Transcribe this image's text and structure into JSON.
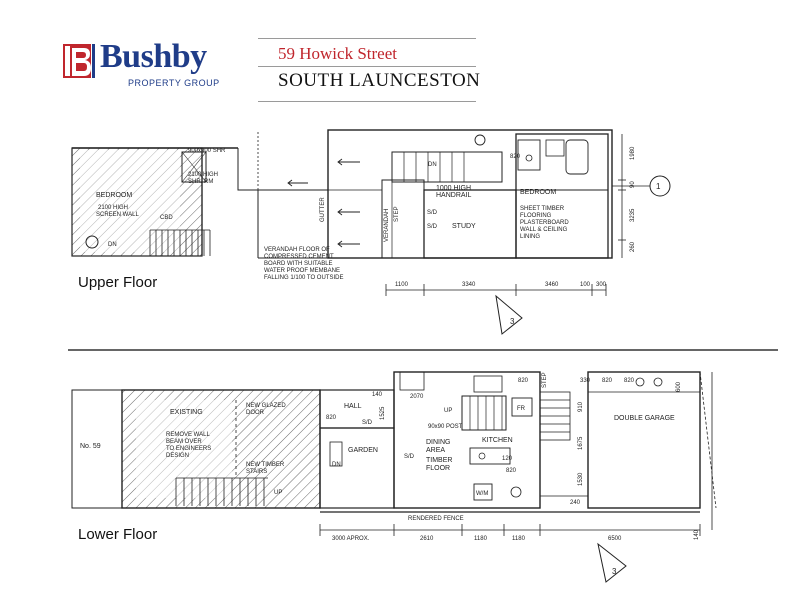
{
  "brand": {
    "name": "Bushby",
    "subtitle": "PROPERTY GROUP",
    "accent_red": "#c0262d",
    "accent_blue": "#1f3c88"
  },
  "property": {
    "street": "59 Howick Street",
    "suburb": "SOUTH LAUNCESTON"
  },
  "upper_floor": {
    "label": "Upper Floor",
    "notes": {
      "shr_size": "900x900 SHR",
      "shr_height": "2100 HIGH",
      "shr_rm": "SHR. RM",
      "bedroom_left": "BEDROOM",
      "screen_wall_1": "2100 HIGH",
      "screen_wall_2": "SCREEN WALL",
      "cbd": "CBD",
      "dn": "DN",
      "bedroom_right": "BEDROOM",
      "handrail_1": "1000 HIGH",
      "handrail_2": "HANDRAIL",
      "study": "STUDY",
      "sd1": "S/D",
      "sd2": "S/D",
      "verandah": "VERANDAH",
      "step": "STEP",
      "gutter": "GUTTER",
      "dn_stair": "DN",
      "dim_820": "820",
      "timber_1": "SHEET TIMBER",
      "timber_2": "FLOORING",
      "timber_3": "PLASTERBOARD",
      "timber_4": "WALL & CEILING",
      "timber_5": "LINING",
      "verandah_note_1": "VERANDAH FLOOR OF",
      "verandah_note_2": "COMPRESSED CEMENT",
      "verandah_note_3": "BOARD WITH SUITABLE",
      "verandah_note_4": "WATER PROOF MEMBANE",
      "verandah_note_5": "FALLING 1/100 TO OUTSIDE",
      "section_marker": "1",
      "north_marker": "3"
    },
    "dims": {
      "a": "1100",
      "b": "3340",
      "c": "3460",
      "d": "100",
      "e": "300",
      "side_1": "1980",
      "side_2": "90",
      "side_3": "3235",
      "side_4": "260"
    }
  },
  "lower_floor": {
    "label": "Lower Floor",
    "notes": {
      "no59": "No. 59",
      "existing": "EXISTING",
      "remove_1": "REMOVE WALL",
      "remove_2": "BEAM OVER",
      "remove_3": "TO ENGINEERS",
      "remove_4": "DESIGN",
      "new_door_1": "NEW GLAZED",
      "new_door_2": "DOOR",
      "new_stairs_1": "NEW TIMBER",
      "new_stairs_2": "STAIRS",
      "up": "UP",
      "hall": "HALL",
      "garden": "GARDEN",
      "dn": "DN",
      "sd1": "S/D",
      "sd2": "S/D",
      "dining_1": "DINING",
      "dining_2": "AREA",
      "timber_1": "TIMBER",
      "timber_2": "FLOOR",
      "kitchen": "KITCHEN",
      "post": "90x90 POST",
      "up_stair": "UP",
      "fr": "FR",
      "wm": "W/M",
      "step": "STEP",
      "double_garage": "DOUBLE GARAGE",
      "fence": "RENDERED FENCE",
      "dim_820a": "820",
      "dim_820b": "820",
      "dim_820c": "820",
      "dim_820d": "820",
      "dim_820e": "820",
      "dim_2070": "2070",
      "dim_140": "140",
      "dim_1525": "1525",
      "dim_910": "910",
      "dim_1675": "1675",
      "dim_1530": "1530",
      "dim_240": "240",
      "dim_330": "330",
      "dim_600": "600",
      "dim_120": "120",
      "north_marker": "3"
    },
    "dims": {
      "a": "3000 APROX.",
      "b": "2610",
      "c": "1180",
      "d": "1180",
      "e": "6500",
      "f": "140"
    }
  }
}
